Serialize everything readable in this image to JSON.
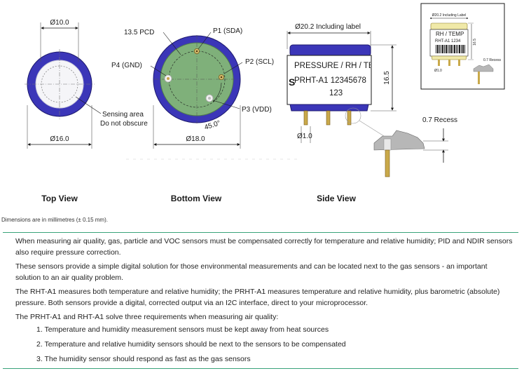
{
  "top_view": {
    "inner_dia": "Ø10.0",
    "outer_dia": "Ø16.0",
    "sensing_line1": "Sensing area",
    "sensing_line2": "Do not obscure",
    "title": "Top View"
  },
  "bottom_view": {
    "pcd": "13.5 PCD",
    "p1": "P1 (SDA)",
    "p2": "P2 (SCL)",
    "p3": "P3 (VDD)",
    "p4": "P4 (GND)",
    "angle": "45.0°",
    "dia": "Ø18.0",
    "title": "Bottom View"
  },
  "side_view": {
    "dia_label": "Ø20.2 Including label",
    "label_line1": "PRESSURE / RH / TEM",
    "label_line2": "PRHT-A1 12345678",
    "label_line3": "123",
    "height": "16.5",
    "pin_dia": "Ø1.0",
    "recess": "0.7 Recess",
    "title": "Side View"
  },
  "inset": {
    "dia_label": "Ø20.2 Including Label",
    "label_line1": "RH / TEMP",
    "label_line2": "RHT-A1  1234",
    "height": "16.5",
    "pin_dia": "Ø1.0",
    "recess": "0.7 Recess"
  },
  "units_note": "Dimensions are in millimetres (± 0.15 mm).",
  "paragraphs": [
    "When measuring air quality, gas, particle and VOC sensors must be compensated correctly for temperature and relative humidity; PID and NDIR sensors also require pressure correction.",
    "These sensors provide a simple digital solution for those environmental measurements and can be located next to the gas sensors - an important solution to an air quality problem.",
    "The RHT-A1 measures both temperature and relative humidity; the PRHT-A1 measures temperature and relative humidity, plus barometric (absolute) pressure. Both sensors provide a digital, corrected output via an I2C interface, direct to your microprocessor.",
    "The PRHT-A1 and RHT-A1 solve three requirements when measuring air quality:"
  ],
  "requirements": [
    "1. Temperature and humidity measurement sensors must be kept away from heat sources",
    "2. Temperature and relative humidity sensors should be next to the sensors to be compensated",
    "3. The humidity sensor should respond as fast as the gas sensors"
  ],
  "colors": {
    "ring_blue": "#3b36b8",
    "pcb_green": "#7fb07a",
    "rule_green": "#3aa37a",
    "pin_gold": "#c9a94a"
  }
}
